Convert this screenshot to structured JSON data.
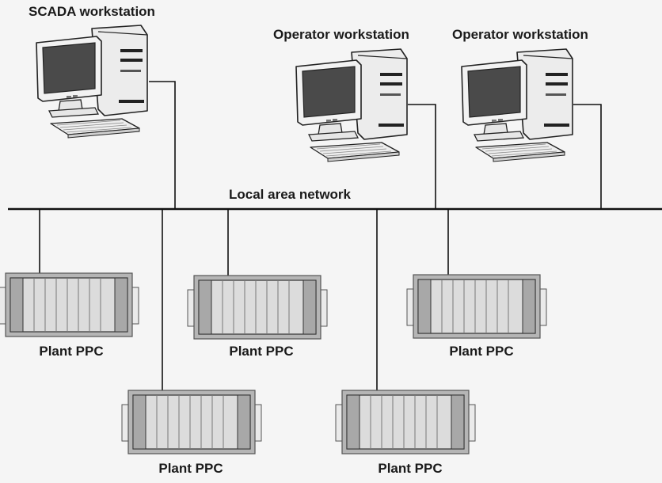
{
  "workstations": [
    {
      "label": "SCADA workstation"
    },
    {
      "label": "Operator workstation"
    },
    {
      "label": "Operator workstation"
    }
  ],
  "network": {
    "label": "Local area network"
  },
  "plcs": [
    {
      "label": "Plant PPC"
    },
    {
      "label": "Plant PPC"
    },
    {
      "label": "Plant PPC"
    },
    {
      "label": "Plant PPC"
    },
    {
      "label": "Plant PPC"
    }
  ],
  "colors": {
    "background": "#f5f5f5",
    "line": "#111111",
    "monitor_body": "#f0f0f0",
    "screen": "#4a4a4a",
    "plc_outer": "#b5b5b5",
    "plc_inner": "#dcdcdc",
    "plc_dark": "#a8a8a8"
  }
}
